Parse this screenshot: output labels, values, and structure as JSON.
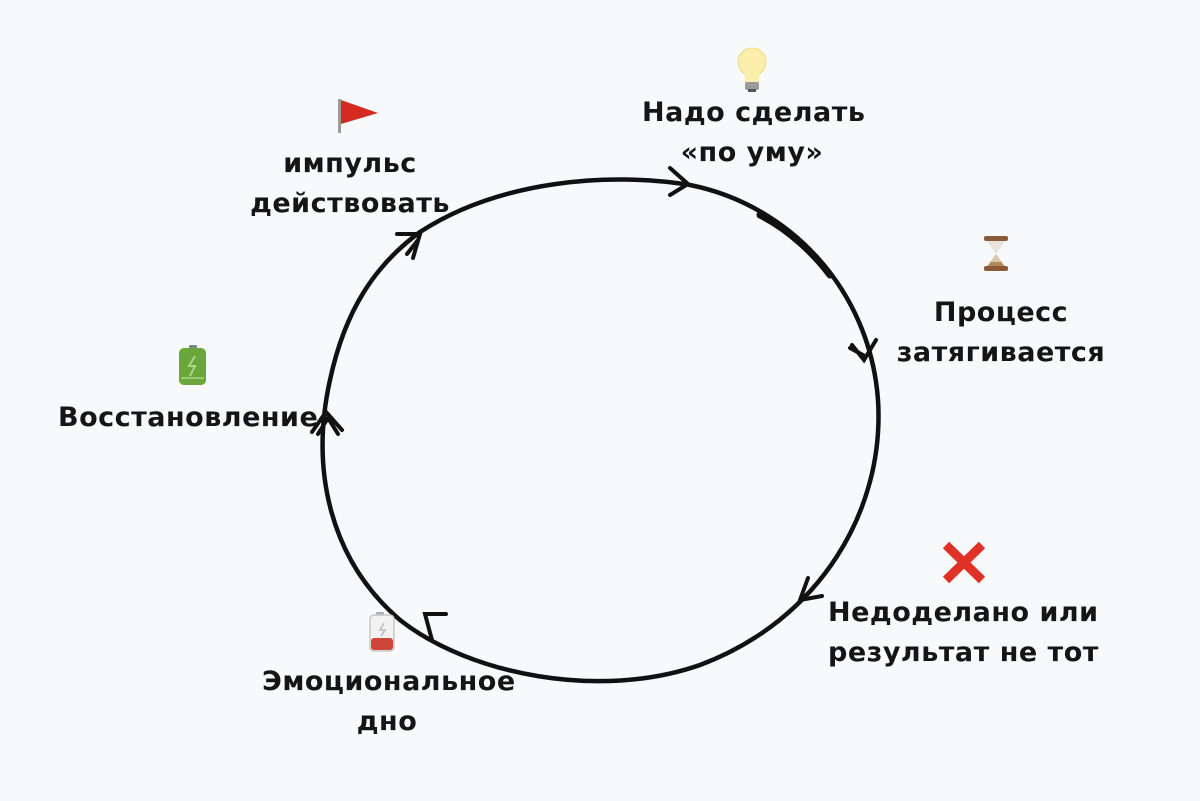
{
  "diagram": {
    "type": "cycle",
    "direction": "clockwise",
    "background": "#f8f9fb",
    "stroke_color": "#111111",
    "nodes": [
      {
        "id": "impulse",
        "icon": "red-flag-icon",
        "lines": [
          "импульс",
          "действовать"
        ]
      },
      {
        "id": "smart",
        "icon": "lightbulb-icon",
        "lines": [
          "Надо сделать",
          "«по уму»"
        ]
      },
      {
        "id": "process",
        "icon": "hourglass-icon",
        "lines": [
          "Процесс",
          "затягивается"
        ]
      },
      {
        "id": "result",
        "icon": "red-cross-icon",
        "lines": [
          "Недоделано или",
          "результат не тот"
        ]
      },
      {
        "id": "bottom",
        "icon": "low-battery-icon",
        "lines": [
          "Эмоциональное",
          "дно"
        ]
      },
      {
        "id": "recovery",
        "icon": "full-battery-icon",
        "lines": [
          "Восстановление"
        ]
      }
    ],
    "colors": {
      "flag": "#d42a22",
      "cross": "#e03127",
      "battery_full": "#6aa63a",
      "battery_low": "#d0453a",
      "bulb": "#fbeeaa",
      "hourglass_wood": "#8a5a36"
    }
  }
}
